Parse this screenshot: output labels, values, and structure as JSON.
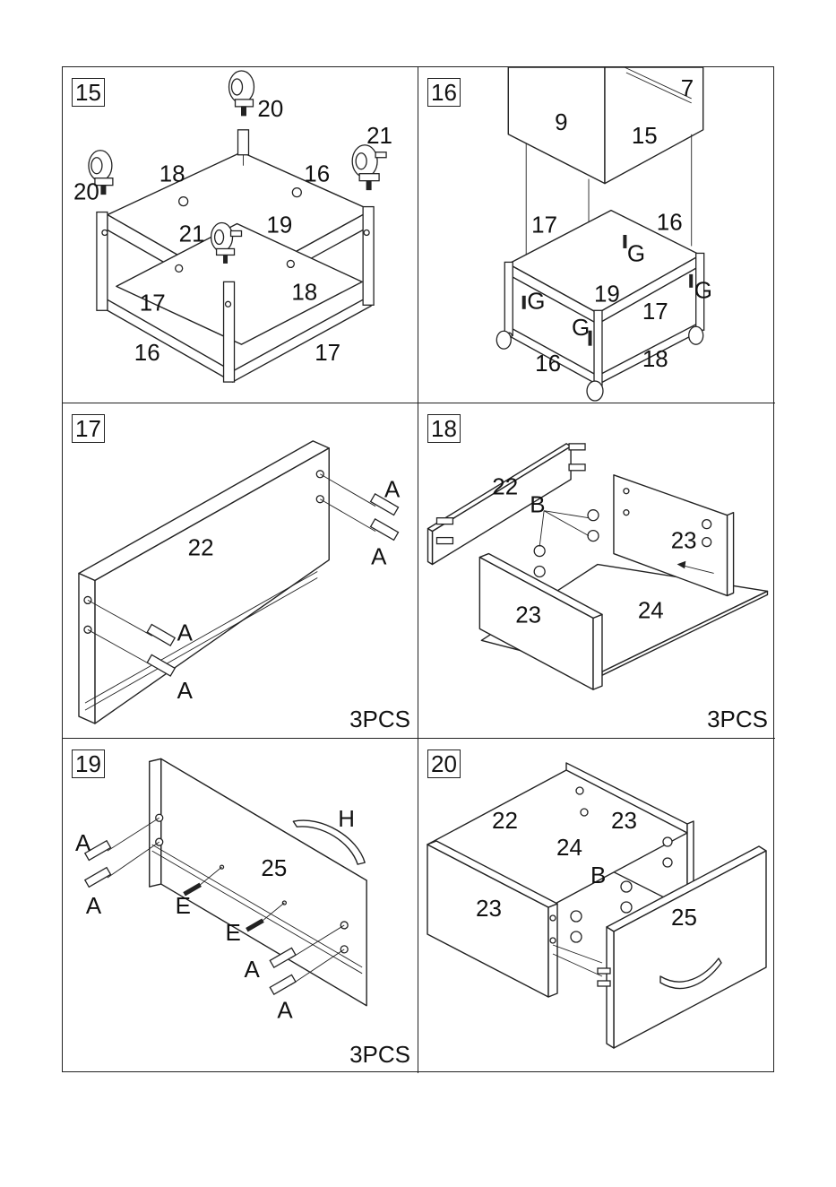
{
  "steps": [
    {
      "number": "15",
      "labels": [
        "20",
        "21",
        "20",
        "18",
        "16",
        "21",
        "19",
        "17",
        "18",
        "16",
        "17"
      ]
    },
    {
      "number": "16",
      "labels": [
        "7",
        "9",
        "15",
        "17",
        "16",
        "G",
        "G",
        "G",
        "19",
        "17",
        "G",
        "16",
        "18"
      ]
    },
    {
      "number": "17",
      "labels": [
        "A",
        "22",
        "A",
        "A",
        "A"
      ],
      "quantity": "3PCS"
    },
    {
      "number": "18",
      "labels": [
        "22",
        "B",
        "23",
        "23",
        "24"
      ],
      "quantity": "3PCS"
    },
    {
      "number": "19",
      "labels": [
        "H",
        "A",
        "25",
        "A",
        "E",
        "E",
        "A",
        "A"
      ],
      "quantity": "3PCS"
    },
    {
      "number": "20",
      "labels": [
        "22",
        "23",
        "24",
        "B",
        "23",
        "25"
      ]
    }
  ]
}
